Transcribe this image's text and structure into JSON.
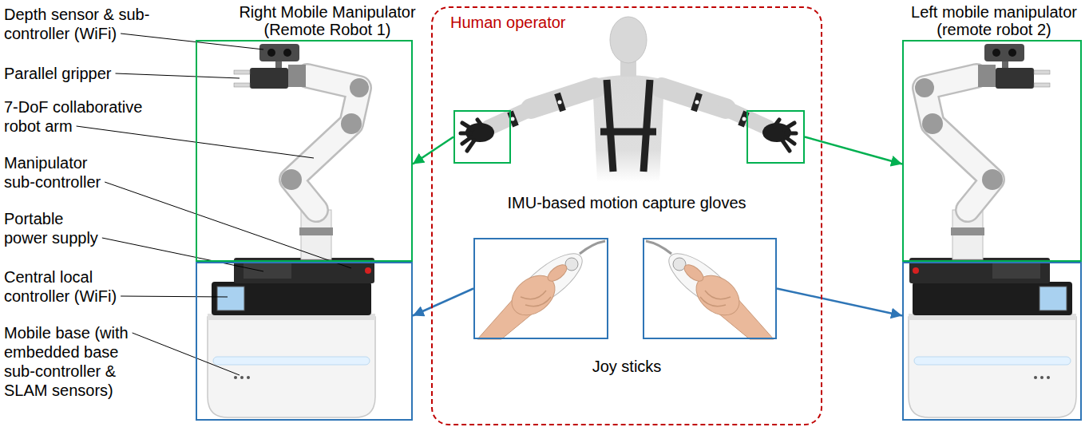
{
  "diagram": {
    "nodes": [
      {
        "text": [
          "Right Mobile Manipulator (Remote Robot 1)"
        ]
      },
      {
        "text": []
      },
      {
        "text": [
          "Human operator",
          "IMU-based motion capture gloves",
          "Joy sticks"
        ]
      },
      {
        "text": [],
        "in": 2
      },
      {
        "text": [],
        "in": 2
      },
      {
        "text": [],
        "in": 2
      },
      {
        "text": [],
        "in": 2
      },
      {
        "text": [
          "Left mobile manipulator (remote robot 2)"
        ]
      },
      {
        "text": []
      }
    ],
    "edges": [
      {
        "from": 3,
        "to": 0,
        "arrow": "to"
      },
      {
        "from": 4,
        "to": 7,
        "arrow": "to"
      },
      {
        "from": 5,
        "to": 1,
        "arrow": "to"
      },
      {
        "from": 6,
        "to": 8,
        "arrow": "to"
      }
    ],
    "labels": [
      "Depth sensor & sub-controller (WiFi)",
      "Parallel gripper",
      "7-DoF collaborative robot arm",
      "Manipulator sub-controller",
      "Portable power supply",
      "Central local controller (WiFi)",
      "Mobile base (with embedded base sub-controller & SLAM sensors)"
    ]
  }
}
